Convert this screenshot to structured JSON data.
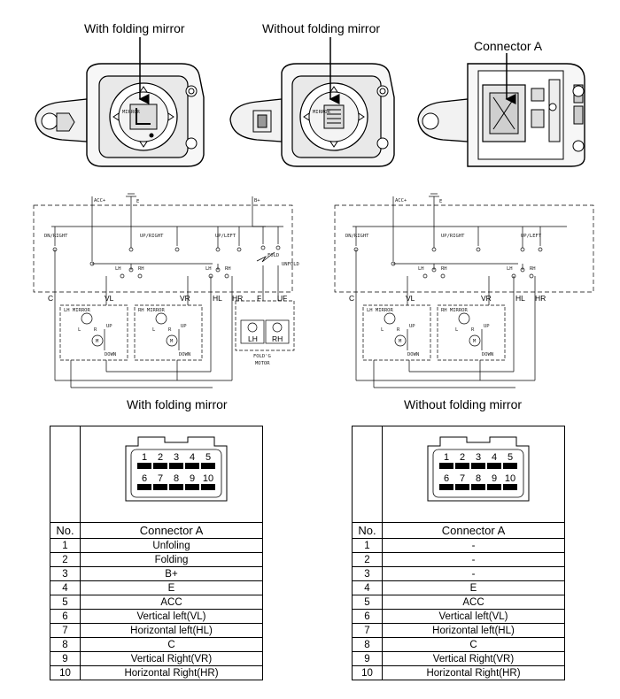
{
  "photos": {
    "with_folding_label": "With folding mirror",
    "without_folding_label": "Without folding mirror",
    "connector_label": "Connector A"
  },
  "schematics": {
    "with_caption": "With folding mirror",
    "without_caption": "Without folding mirror",
    "labels": {
      "acc": "ACC+",
      "e": "E",
      "bplus": "B+",
      "dn_right": "DN/RIGHT",
      "up_right": "UP/RIGHT",
      "up_left": "UP/LEFT",
      "lh": "LH",
      "rh": "RH",
      "fold": "FOLD",
      "unfold": "UNFOLD",
      "lh_mirror": "LH MIRROR",
      "rh_mirror": "RH MIRROR",
      "up": "UP",
      "down": "DOWN",
      "l": "L",
      "r": "R",
      "m": "M",
      "folding_motor_1": "FOLD'G",
      "folding_motor_2": "MOTOR",
      "term_c": "C",
      "term_vl": "VL",
      "term_vr": "VR",
      "term_hl": "HL",
      "term_hr": "HR",
      "term_f": "F",
      "term_uf": "UF"
    }
  },
  "connector_pins": {
    "top_row": [
      "1",
      "2",
      "3",
      "4",
      "5"
    ],
    "bottom_row": [
      "6",
      "7",
      "8",
      "9",
      "10"
    ]
  },
  "tables": {
    "header_no": "No.",
    "header_name": "Connector A",
    "with_folding": [
      {
        "no": "1",
        "name": "Unfoling"
      },
      {
        "no": "2",
        "name": "Folding"
      },
      {
        "no": "3",
        "name": "B+"
      },
      {
        "no": "4",
        "name": "E"
      },
      {
        "no": "5",
        "name": "ACC"
      },
      {
        "no": "6",
        "name": "Vertical left(VL)"
      },
      {
        "no": "7",
        "name": "Horizontal left(HL)"
      },
      {
        "no": "8",
        "name": "C"
      },
      {
        "no": "9",
        "name": "Vertical Right(VR)"
      },
      {
        "no": "10",
        "name": "Horizontal Right(HR)"
      }
    ],
    "without_folding": [
      {
        "no": "1",
        "name": "-"
      },
      {
        "no": "2",
        "name": "-"
      },
      {
        "no": "3",
        "name": "-"
      },
      {
        "no": "4",
        "name": "E"
      },
      {
        "no": "5",
        "name": "ACC"
      },
      {
        "no": "6",
        "name": "Vertical left(VL)"
      },
      {
        "no": "7",
        "name": "Horizontal left(HL)"
      },
      {
        "no": "8",
        "name": "C"
      },
      {
        "no": "9",
        "name": "Vertical Right(VR)"
      },
      {
        "no": "10",
        "name": "Horizontal Right(HR)"
      }
    ]
  }
}
